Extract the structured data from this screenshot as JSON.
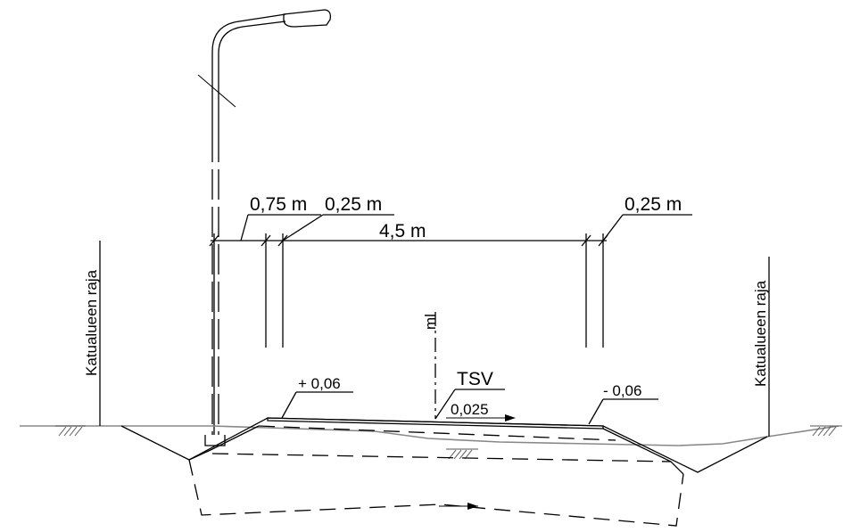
{
  "dimensions": {
    "overall_width": "4,5 m",
    "left_outer": "0,75 m",
    "left_inner": "0,25 m",
    "right_inner": "0,25 m"
  },
  "labels": {
    "boundary_left": "Katualueen raja",
    "boundary_right": "Katualueen raja",
    "centerline": "ml",
    "tsv": "TSV",
    "left_slope": "+ 0,06",
    "right_slope": "- 0,06",
    "cross_slope": "0,025"
  }
}
